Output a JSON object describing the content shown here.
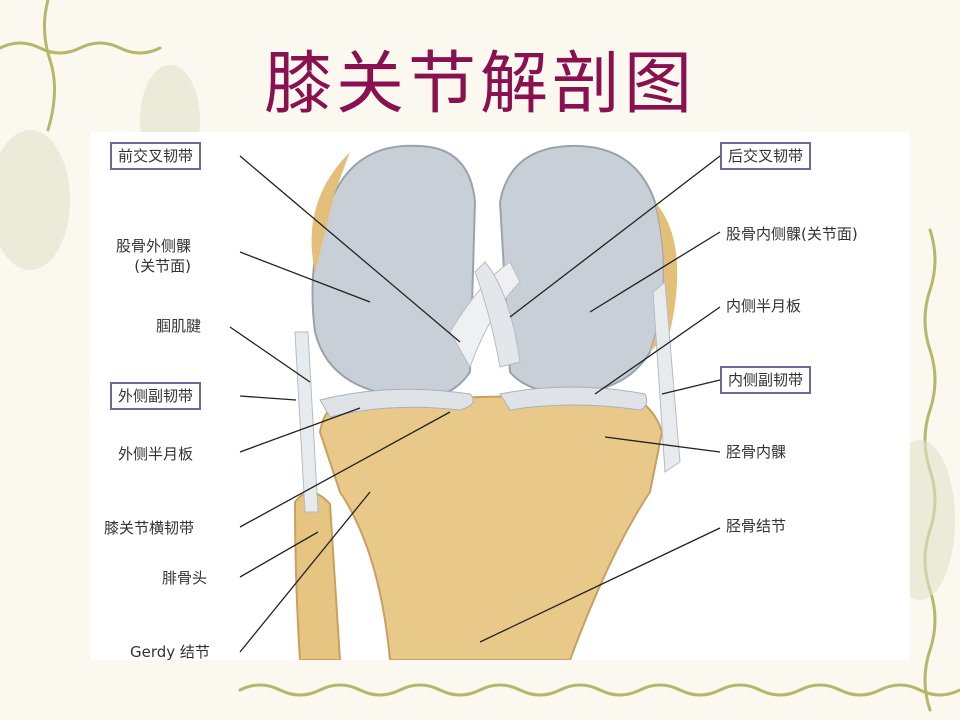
{
  "title": "膝关节解剖图",
  "labels": {
    "acl": "前交叉韧带",
    "lateral_condyle": "股骨外侧髁\n(关节面)",
    "popliteus_tendon": "腘肌腱",
    "lcl": "外侧副韧带",
    "lateral_meniscus": "外侧半月板",
    "transverse_ligament": "膝关节横韧带",
    "fibula_head": "腓骨头",
    "gerdy": "Gerdy 结节",
    "pcl": "后交叉韧带",
    "medial_condyle": "股骨内侧髁(关节面)",
    "medial_meniscus": "内侧半月板",
    "mcl": "内侧副韧带",
    "medial_tibial_condyle": "胫骨内髁",
    "tibial_tuberosity": "胫骨结节"
  },
  "colors": {
    "title": "#8a1150",
    "box_border": "#6a6a9a",
    "bone": "#e8c98a",
    "cartilage": "#c9cfd6",
    "vine": "#b7b76a"
  }
}
